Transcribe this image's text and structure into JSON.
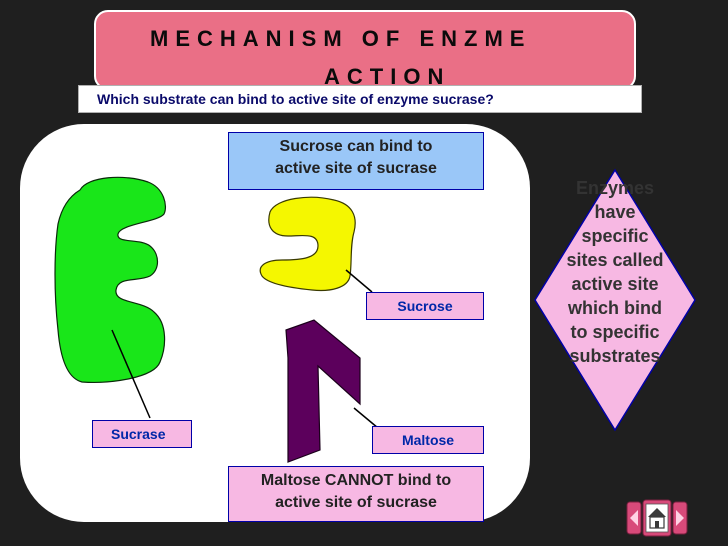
{
  "slide": {
    "title_line1": "MECHANISM OF ENZME",
    "title_line2": "ACTION",
    "question": "Which substrate can bind to active site of enzyme sucrase?"
  },
  "diagram": {
    "caption_top": [
      "Sucrose can bind to",
      "active site of sucrase"
    ],
    "caption_bottom": [
      "Maltose CANNOT bind to",
      "active site of sucrase"
    ],
    "label_sucrose": "Sucrose",
    "label_maltose": "Maltose",
    "label_sucrase": "Sucrase"
  },
  "side_note": [
    "Enzymes",
    "have",
    "specific",
    "sites called",
    "active site",
    "which bind",
    "to specific",
    "substrates"
  ],
  "colors": {
    "sucrase_shape": "#19e619",
    "sucrose_shape": "#f5f700",
    "maltose_shape": "#5c005c",
    "title_banner": "#ea6f86",
    "side_note_bg": "#f7b8e3",
    "caption_top_bg": "#9ac7f8",
    "caption_bottom_bg": "#f7b8e3"
  },
  "icons": {
    "home": "home-icon",
    "prev": "left-arrow-icon",
    "next": "right-arrow-icon"
  }
}
